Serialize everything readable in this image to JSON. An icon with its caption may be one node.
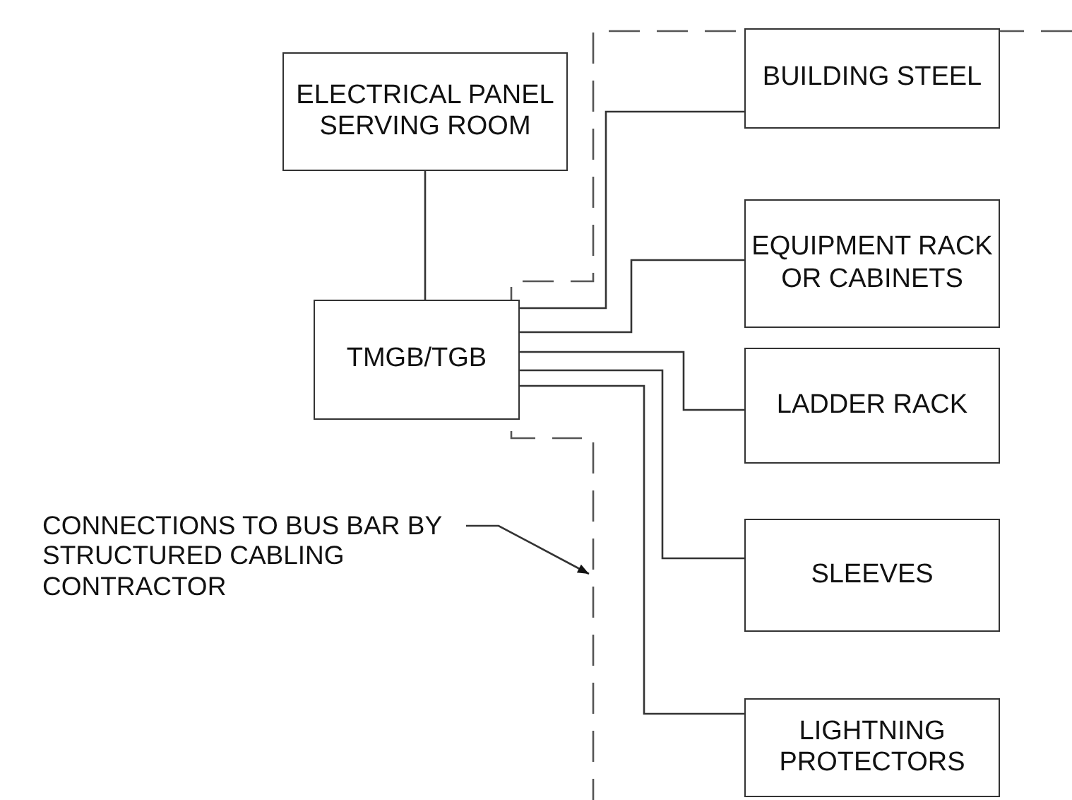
{
  "diagram": {
    "nodes": [
      {
        "text": [
          "ELECTRICAL PANEL SERVING ROOM"
        ]
      },
      {
        "text": [
          "BUILDING STEEL"
        ]
      },
      {
        "text": [
          "EQUIPMENT RACK OR CABINETS"
        ]
      },
      {
        "text": [
          "TMGB/TGB"
        ]
      },
      {
        "text": [
          "LADDER RACK"
        ]
      },
      {
        "text": [
          "SLEEVES"
        ]
      },
      {
        "text": [
          "LIGHTNING PROTECTORS"
        ]
      },
      {
        "text": [
          "CONNECTIONS TO BUS BAR BY STRUCTURED CABLING CONTRACTOR"
        ]
      }
    ],
    "edges": [
      {
        "from": 0,
        "to": 3,
        "arrow": "none"
      },
      {
        "from": 3,
        "to": 1,
        "arrow": "none"
      },
      {
        "from": 3,
        "to": 2,
        "arrow": "none"
      },
      {
        "from": 3,
        "to": 4,
        "arrow": "none"
      },
      {
        "from": 3,
        "to": 5,
        "arrow": "none"
      },
      {
        "from": 3,
        "to": 6,
        "arrow": "none"
      },
      {
        "from": 7,
        "to": null,
        "arrow": "to"
      }
    ]
  }
}
